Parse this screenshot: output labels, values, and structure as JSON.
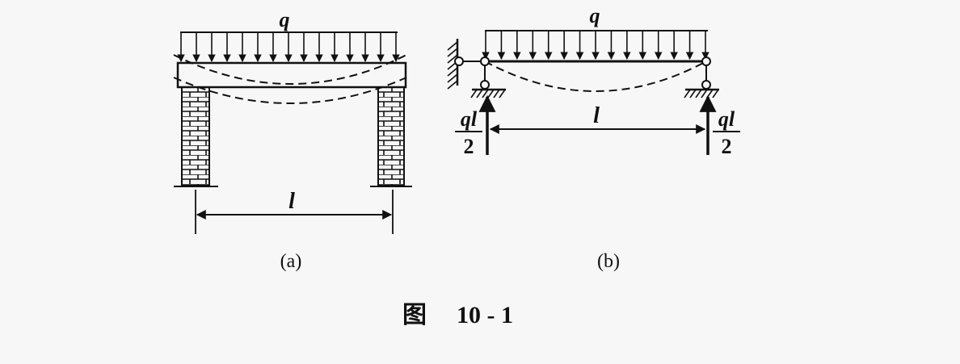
{
  "figure_a": {
    "load_label": "q",
    "span_label": "l",
    "caption": "(a)"
  },
  "figure_b": {
    "load_label": "q",
    "span_label": "l",
    "reaction_left": {
      "numerator": "ql",
      "denominator": "2"
    },
    "reaction_right": {
      "numerator": "ql",
      "denominator": "2"
    },
    "caption": "(b)"
  },
  "figure_caption": {
    "prefix": "图",
    "number": "10 - 1"
  }
}
